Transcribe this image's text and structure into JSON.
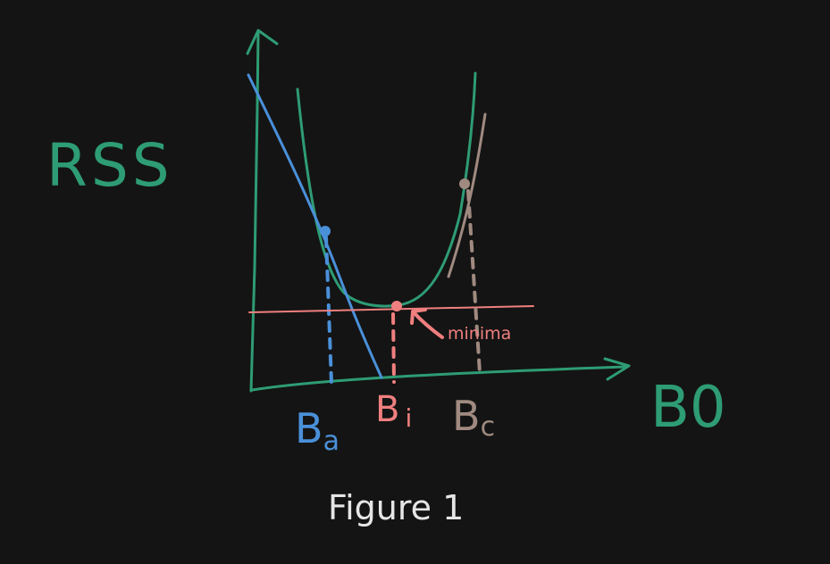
{
  "diagram": {
    "y_axis_label": "RSS",
    "x_axis_label": "B0",
    "minima_label": "minima",
    "figure_caption": "Figure 1",
    "points": [
      {
        "label_main": "B",
        "label_sub": "a",
        "color": "#4a90d9"
      },
      {
        "label_main": "B",
        "label_sub": "i",
        "color": "#f07f7f"
      },
      {
        "label_main": "B",
        "label_sub": "c",
        "color": "#a08a80"
      }
    ],
    "colors": {
      "background": "#141414",
      "curve": "#2e9c74",
      "tangent_a": "#4a90d9",
      "tangent_i": "#f07f7f",
      "tangent_c": "#a08a80",
      "caption": "#e6e6e6"
    }
  }
}
